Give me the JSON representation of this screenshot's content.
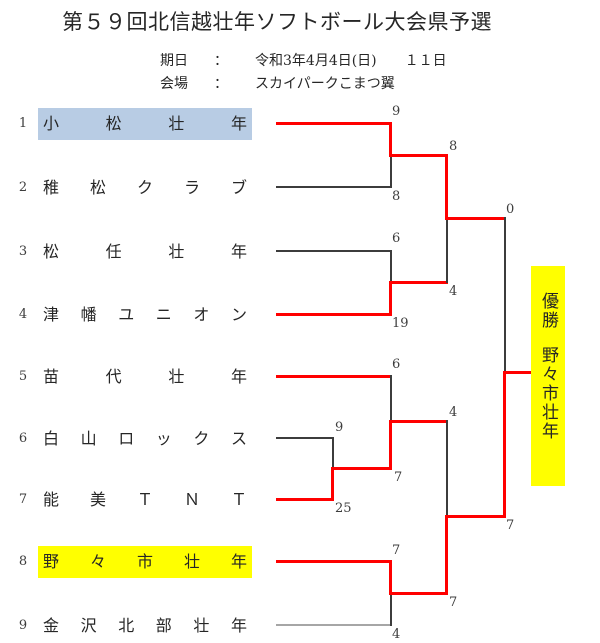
{
  "header": {
    "title": "第５９回北信越壮年ソフトボール大会県予選",
    "date_label": "期日",
    "date_colon": "：",
    "date_value": "令和3年4月4日(日)　　１１日",
    "venue_label": "会場",
    "venue_colon": "：",
    "venue_value": "スカイパークこまつ翼"
  },
  "teams": [
    {
      "seed": "1",
      "name": "小松壮年",
      "score": "9",
      "highlight": "blue"
    },
    {
      "seed": "2",
      "name": "稚松クラブ",
      "score": "8",
      "highlight": null
    },
    {
      "seed": "3",
      "name": "松任壮年",
      "score": "6",
      "highlight": null
    },
    {
      "seed": "4",
      "name": "津幡ユニオン",
      "score": "19",
      "highlight": null
    },
    {
      "seed": "5",
      "name": "苗代壮年",
      "score": "6",
      "highlight": null
    },
    {
      "seed": "6",
      "name": "白山ロックス",
      "score": "9",
      "highlight": null
    },
    {
      "seed": "7",
      "name": "能美ＴＮＴ",
      "score": "25",
      "highlight": null
    },
    {
      "seed": "8",
      "name": "野々市壮年",
      "score": "7",
      "highlight": "yellow"
    },
    {
      "seed": "9",
      "name": "金沢北部壮年",
      "score": "4",
      "highlight": null
    }
  ],
  "scores": {
    "playin_winner_qf": "7",
    "sf_top_upper": "8",
    "sf_top_lower": "4",
    "sf_bottom_upper": "4",
    "sf_bottom_lower": "7",
    "final_upper": "0",
    "final_lower": "7"
  },
  "champion": {
    "label": "優勝",
    "team": "野々市壮年"
  },
  "colors": {
    "winner_path_red": "#ff0000",
    "line_black": "#3c3c3c",
    "line_gray": "#a6a6a6",
    "highlight_blue": "#b8cce4",
    "highlight_yellow": "#ffff00",
    "champion_bg": "#ffff00"
  }
}
